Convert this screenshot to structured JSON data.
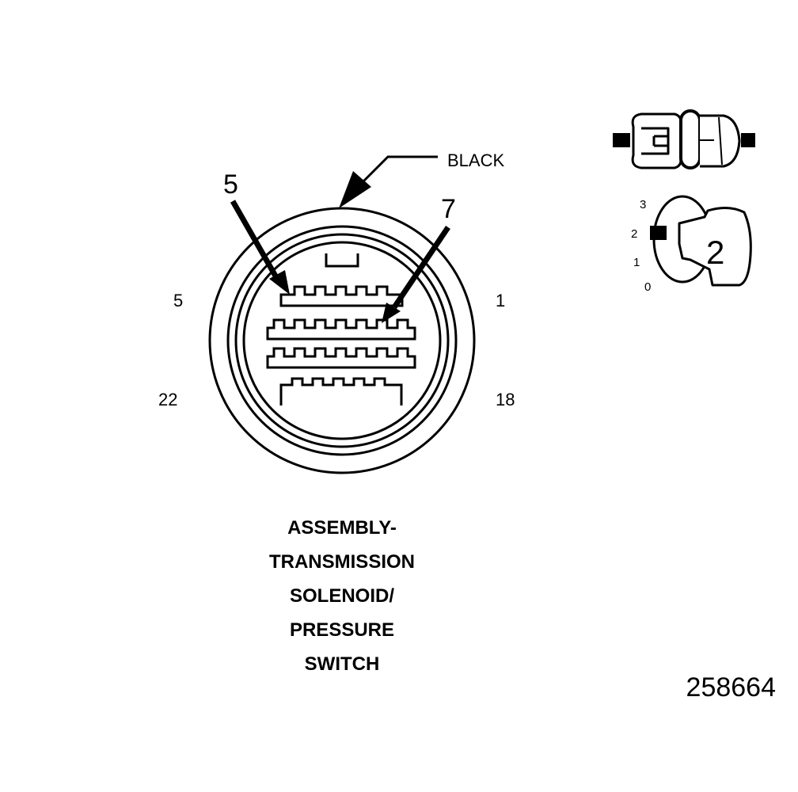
{
  "connector": {
    "color_label": "BLACK",
    "callouts": [
      "5",
      "7"
    ],
    "cavity_labels": {
      "top_left": "5",
      "top_right": "1",
      "bottom_left": "22",
      "bottom_right": "18"
    }
  },
  "caption": [
    "ASSEMBLY-",
    "TRANSMISSION",
    "SOLENOID/",
    "PRESSURE",
    "SWITCH"
  ],
  "position_scale": {
    "marks": [
      "3",
      "2",
      "1",
      "0"
    ],
    "indicator": "2"
  },
  "figure_number": "258664"
}
